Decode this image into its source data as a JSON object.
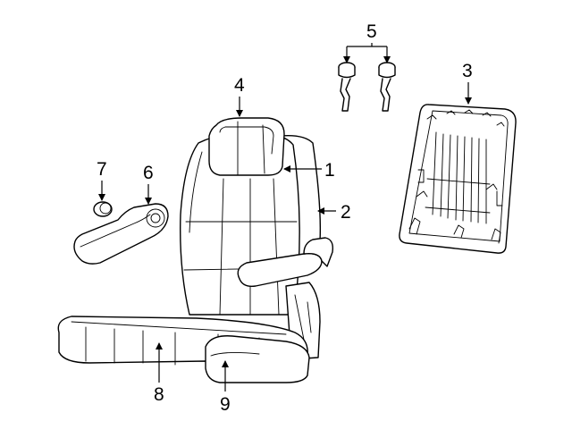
{
  "diagram": {
    "callouts": [
      {
        "id": "1",
        "label": "1"
      },
      {
        "id": "2",
        "label": "2"
      },
      {
        "id": "3",
        "label": "3"
      },
      {
        "id": "4",
        "label": "4"
      },
      {
        "id": "5",
        "label": "5"
      },
      {
        "id": "6",
        "label": "6"
      },
      {
        "id": "7",
        "label": "7"
      },
      {
        "id": "8",
        "label": "8"
      },
      {
        "id": "9",
        "label": "9"
      }
    ],
    "parts": [
      {
        "name": "seat-assembly"
      },
      {
        "name": "seat-back-frame-panel"
      },
      {
        "name": "head-restraint-guides"
      },
      {
        "name": "armrest"
      },
      {
        "name": "armrest-cap"
      }
    ]
  }
}
